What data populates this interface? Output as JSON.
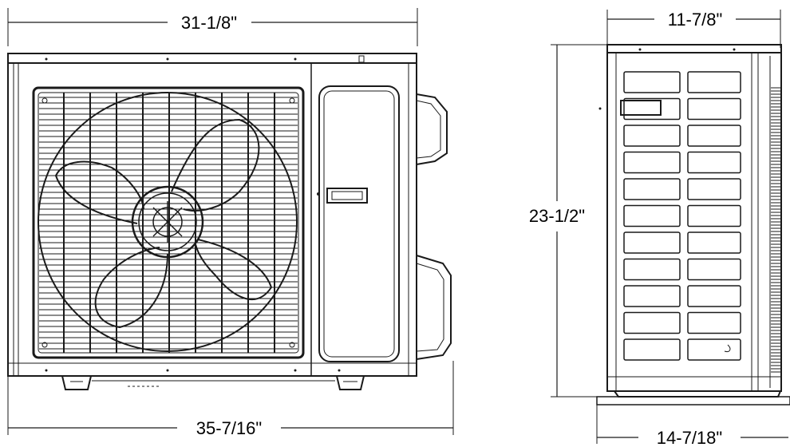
{
  "front_view": {
    "top_width": "31-1/8\"",
    "bottom_width": "35-7/16\""
  },
  "side_view": {
    "top_depth": "11-7/8\"",
    "height": "23-1/2\"",
    "base_depth": "14-7/18\""
  },
  "colors": {
    "line": "#1a1a1a",
    "background": "#ffffff"
  }
}
